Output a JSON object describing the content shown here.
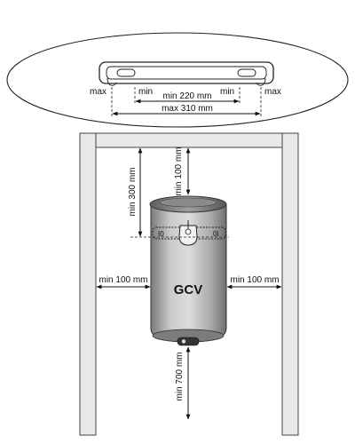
{
  "bracket_detail": {
    "max_left": "max",
    "min_left": "min",
    "min_right": "min",
    "max_right": "max",
    "min_span": "min 220 mm",
    "max_span": "max 310 mm"
  },
  "installation": {
    "top_clearance_wall": "min 300 mm",
    "top_clearance_heater": "min 100 mm",
    "left_clearance": "min 100 mm",
    "right_clearance": "min 100 mm",
    "bottom_clearance": "min 700 mm",
    "heater_brand": "GCV"
  }
}
